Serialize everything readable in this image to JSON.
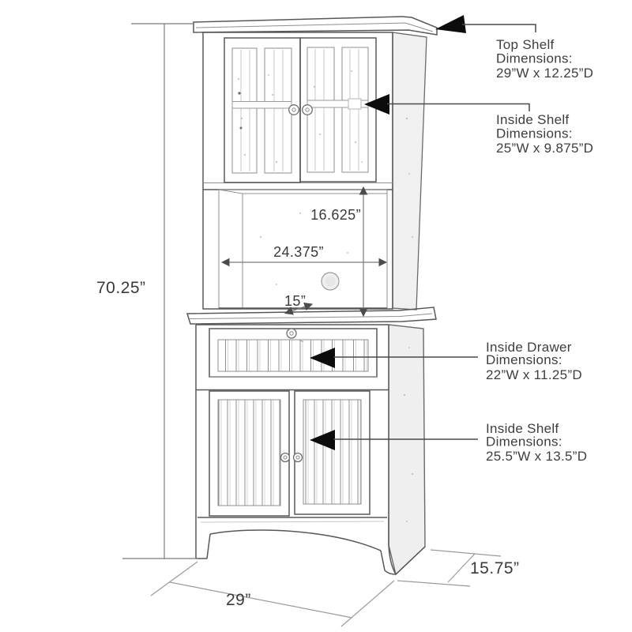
{
  "dimensions": {
    "overall_height": "70.25”",
    "hutch_opening_height": "16.625”",
    "hutch_opening_width": "24.375”",
    "countertop_depth": "15”",
    "base_width": "29”",
    "base_depth": "15.75”"
  },
  "callouts": {
    "top_shelf": {
      "title": "Top Shelf",
      "label": "Dimensions:",
      "value": "29”W x 12.25”D"
    },
    "inside_shelf_top": {
      "title": "Inside Shelf",
      "label": "Dimensions:",
      "value": "25”W x 9.875”D"
    },
    "inside_drawer": {
      "title": "Inside Drawer",
      "label": "Dimensions:",
      "value": "22”W x 11.25”D"
    },
    "inside_shelf_bottom": {
      "title": "Inside Shelf",
      "label": "Dimensions:",
      "value": "25.5”W x 13.5”D"
    }
  },
  "colors": {
    "background": "#ffffff",
    "outline": "#585858",
    "dimension_line": "#7a7a7a",
    "callout_arrow": "#0c0c0c",
    "text": "#3e3e3e"
  }
}
